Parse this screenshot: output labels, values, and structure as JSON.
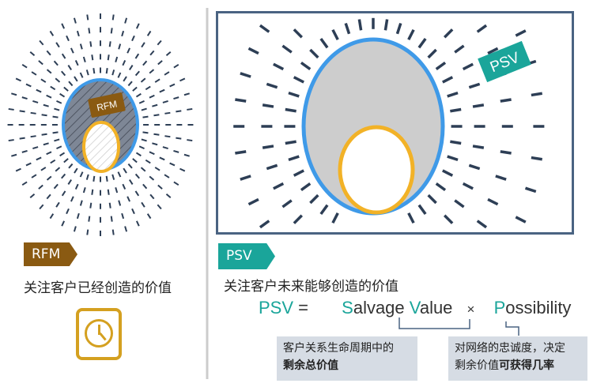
{
  "left": {
    "badge": "RFM",
    "tag": "RFM",
    "description": "关注客户已经创造的价值",
    "icon": "clock-icon"
  },
  "right": {
    "badge": "PSV",
    "tag": "PSV",
    "description": "关注客户未来能够创造的价值",
    "formula": {
      "lhs": "PSV",
      "eq": "=",
      "s": "S",
      "alvage": "alvage ",
      "v": "V",
      "alue": "alue",
      "times": "×",
      "p": "P",
      "ossibility": "ossibility"
    },
    "box1": {
      "line1": "客户关系生命周期中的",
      "bold": "剩余总价值"
    },
    "box2": {
      "line1": "对网络的忠诚度，决定",
      "line2": "剩余价值",
      "bold": "可获得几率"
    }
  },
  "colors": {
    "teal": "#1aa59a",
    "brown": "#8a5a12",
    "blue": "#3f9ae8",
    "gold": "#f2b227",
    "dash": "#2d3e55"
  }
}
